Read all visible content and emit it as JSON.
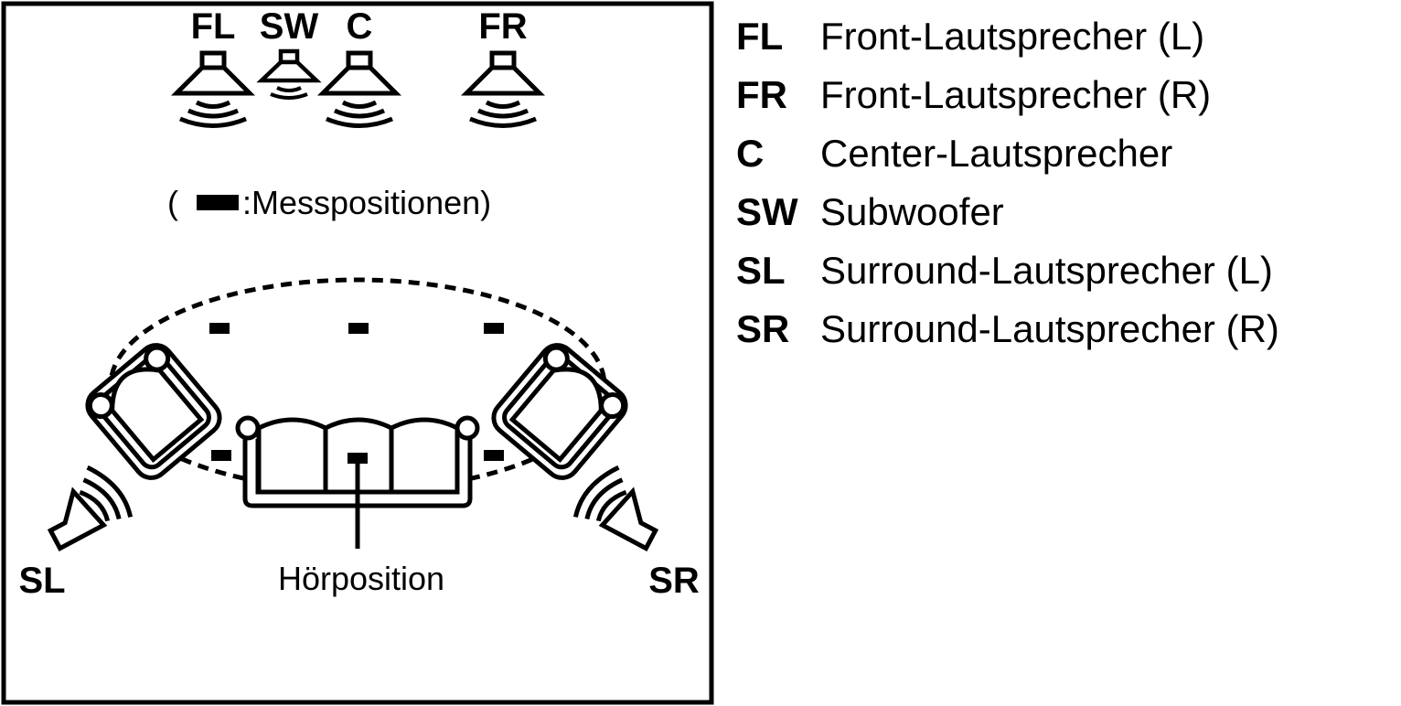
{
  "speakers_top": [
    {
      "code": "FL"
    },
    {
      "code": "SW"
    },
    {
      "code": "C"
    },
    {
      "code": "FR"
    }
  ],
  "speakers_side": [
    {
      "code": "SL"
    },
    {
      "code": "SR"
    }
  ],
  "measurement_note": {
    "open": "(",
    "text": ":Messpositionen)"
  },
  "listening_position_label": "Hörposition",
  "legend": [
    {
      "code": "FL",
      "text": "Front-Lautsprecher (L)"
    },
    {
      "code": "FR",
      "text": "Front-Lautsprecher (R)"
    },
    {
      "code": "C",
      "text": "Center-Lautsprecher"
    },
    {
      "code": "SW",
      "text": "Subwoofer"
    },
    {
      "code": "SL",
      "text": "Surround-Lautsprecher (L)"
    },
    {
      "code": "SR",
      "text": "Surround-Lautsprecher (R)"
    }
  ],
  "colors": {
    "ink": "#000000",
    "background": "#ffffff"
  }
}
